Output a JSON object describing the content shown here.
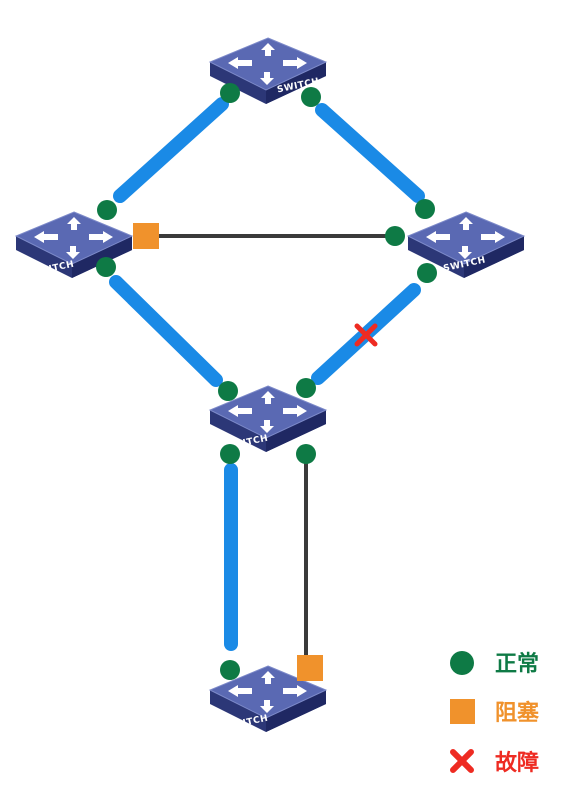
{
  "switches": [
    {
      "id": "top",
      "label": "SWITCH"
    },
    {
      "id": "left",
      "label": "SWITCH"
    },
    {
      "id": "right",
      "label": "SWITCH"
    },
    {
      "id": "middle",
      "label": "SWITCH"
    },
    {
      "id": "bottom",
      "label": "SWITCH"
    }
  ],
  "links": [
    {
      "id": "top-left",
      "state": "active"
    },
    {
      "id": "top-right",
      "state": "active"
    },
    {
      "id": "left-right",
      "state": "standby"
    },
    {
      "id": "left-middle",
      "state": "active"
    },
    {
      "id": "right-middle",
      "state": "active-fault"
    },
    {
      "id": "middle-bottom-a",
      "state": "active"
    },
    {
      "id": "middle-bottom-b",
      "state": "standby"
    }
  ],
  "ports": {
    "normal_count": 12,
    "blocked_count": 2,
    "fault_count": 1
  },
  "legend": [
    {
      "symbol": "green-dot",
      "label": "正常",
      "color": "#0e7a45"
    },
    {
      "symbol": "orange-square",
      "label": "阻塞",
      "color": "#f0922c"
    },
    {
      "symbol": "red-cross",
      "label": "故障",
      "color": "#ee2b22"
    }
  ],
  "colors": {
    "active_link": "#1a8ae6",
    "standby_link": "#3a3a3a",
    "switch_top": "#5a69b3",
    "switch_side": "#2c3777",
    "port_normal": "#0e7a45",
    "port_blocked": "#f0922c",
    "fault": "#ee2b22"
  }
}
